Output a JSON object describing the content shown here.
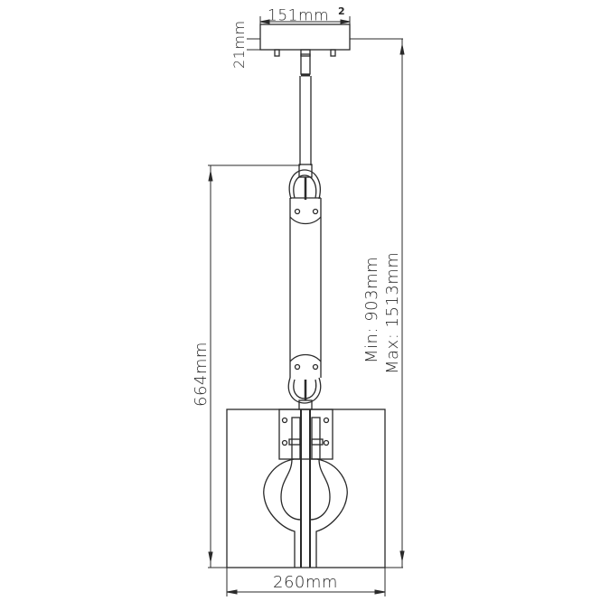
{
  "diagram": {
    "type": "technical dimension drawing",
    "subject": "pendant light fitting",
    "line_color": "#2a2a2a",
    "background": "#ffffff"
  },
  "dimensions": {
    "canopy_width": {
      "label": "151mm",
      "superscript": "2"
    },
    "canopy_height": {
      "label": "21mm"
    },
    "body_height": {
      "label": "664mm"
    },
    "overall_min": {
      "label": "Min: 903mm"
    },
    "overall_max": {
      "label": "Max: 1513mm"
    },
    "shade_width": {
      "label": "260mm"
    }
  }
}
